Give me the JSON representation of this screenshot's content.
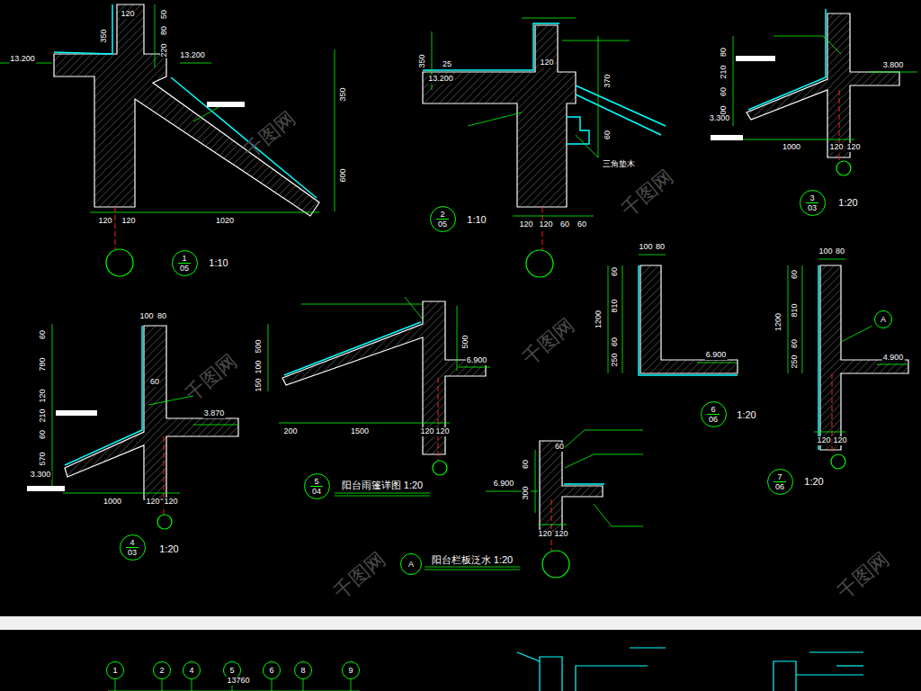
{
  "diagram": {
    "nodes": [
      {
        "text": [
          "1",
          "05"
        ]
      },
      {
        "text": [
          "2",
          "05"
        ]
      },
      {
        "text": [
          "3",
          "03"
        ]
      },
      {
        "text": [
          "4",
          "03"
        ]
      },
      {
        "text": [
          "5",
          "04"
        ]
      },
      {
        "text": [
          "6",
          "06"
        ]
      },
      {
        "text": [
          "7",
          "06"
        ]
      },
      {
        "text": [
          "A"
        ]
      },
      {
        "text": [
          "A"
        ]
      },
      {
        "text": [
          "1"
        ]
      },
      {
        "text": [
          "2"
        ]
      },
      {
        "text": [
          "4"
        ]
      },
      {
        "text": [
          "5"
        ]
      },
      {
        "text": [
          "6"
        ]
      },
      {
        "text": [
          "8"
        ]
      },
      {
        "text": [
          "9"
        ]
      }
    ],
    "labels": [
      "13.200",
      "13.200",
      "120",
      "350",
      "50",
      "80",
      "220",
      "350",
      "600",
      "120",
      "120",
      "1020",
      "1:10",
      "350",
      "120",
      "13.200",
      "25",
      "370",
      "60",
      "120",
      "120",
      "60",
      "60",
      "三角垫木",
      "1:10",
      "80",
      "210",
      "60",
      "600",
      "3.800",
      "3.300",
      "1000",
      "120",
      "120",
      "1:20",
      "100",
      "80",
      "60",
      "780",
      "60",
      "120",
      "210",
      "60",
      "570",
      "3.870",
      "3.300",
      "1000",
      "120",
      "120",
      "1:20",
      "500",
      "150",
      "100",
      "500",
      "6.900",
      "200",
      "1500",
      "120",
      "120",
      "阳台雨篷详图 1:20",
      "100",
      "80",
      "60",
      "810",
      "1200",
      "250",
      "60",
      "6.900",
      "1:20",
      "100",
      "80",
      "60",
      "810",
      "1200",
      "250",
      "60",
      "4.900",
      "120",
      "120",
      "1:20",
      "60",
      "60",
      "300",
      "6.900",
      "120",
      "120",
      "阳台栏板泛水 1:20",
      "13760",
      "千图网",
      "千图网",
      "千图网",
      "千图网",
      "千图网",
      "千图网"
    ]
  }
}
